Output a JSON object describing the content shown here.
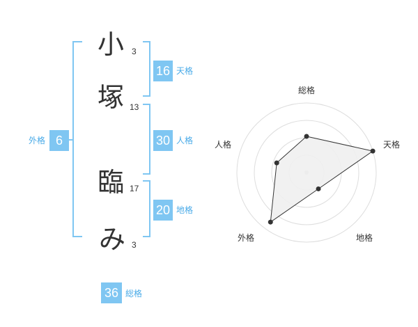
{
  "name": {
    "chars": [
      {
        "char": "小",
        "strokes": "3"
      },
      {
        "char": "塚",
        "strokes": "13"
      },
      {
        "char": "臨",
        "strokes": "17"
      },
      {
        "char": "み",
        "strokes": "3"
      }
    ]
  },
  "fortunes": {
    "tenkaku": {
      "value": "16",
      "label": "天格"
    },
    "jinkaku": {
      "value": "30",
      "label": "人格"
    },
    "chikaku": {
      "value": "20",
      "label": "地格"
    },
    "gaikaku": {
      "value": "6",
      "label": "外格"
    },
    "soukaku": {
      "value": "36",
      "label": "総格"
    }
  },
  "radar": {
    "labels": {
      "soukaku": "総格",
      "tenkaku": "天格",
      "chikaku": "地格",
      "gaikaku": "外格",
      "jinkaku": "人格"
    },
    "values": {
      "soukaku": 0.52,
      "tenkaku": 1.0,
      "chikaku": 0.29,
      "gaikaku": 0.88,
      "jinkaku": 0.45
    },
    "max": 1.0
  },
  "colors": {
    "accent": "#7fc6f2",
    "accent_text": "#4aabe8",
    "bracket": "#7fc6f2",
    "radar_fill": "#f0f0f0",
    "radar_line": "#333333",
    "grid": "#dddddd"
  }
}
